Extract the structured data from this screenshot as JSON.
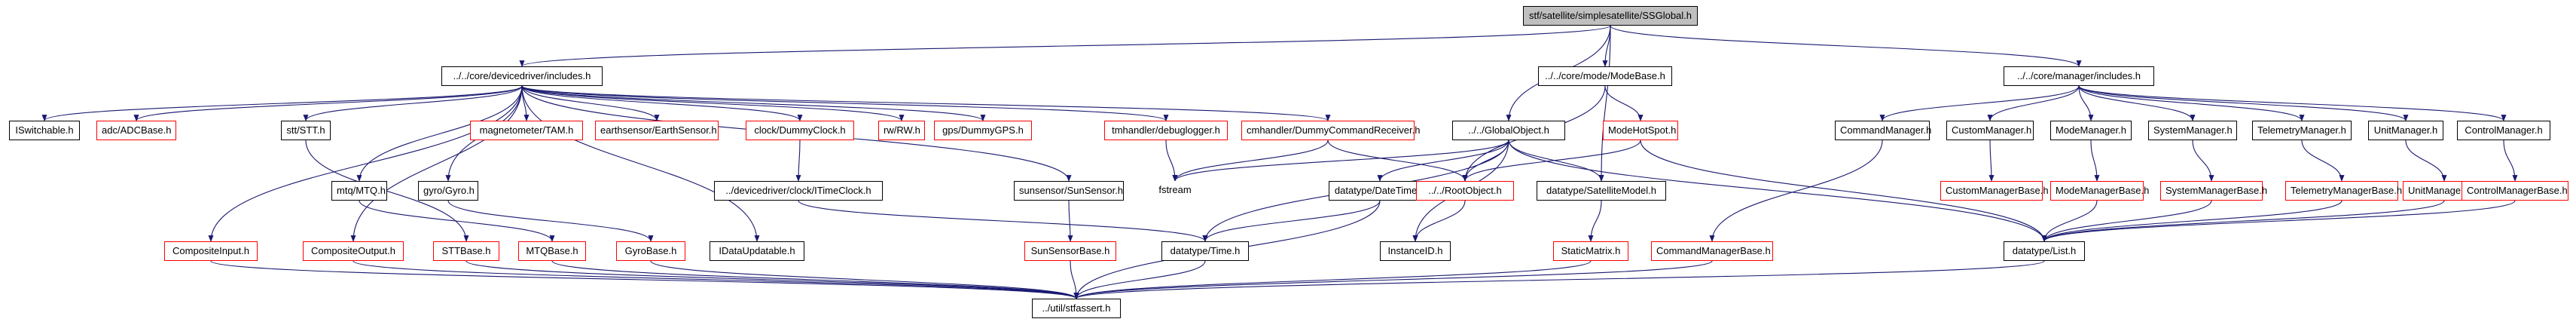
{
  "nodes": {
    "root": "stf/satellite/simplesatellite/SSGlobal.h",
    "includes_devicedriver": "../../core/devicedriver/includes.h",
    "core_mode_modebase": "../../core/mode/ModeBase.h",
    "core_manager_includes": "../../core/manager/includes.h",
    "iswitchable": "ISwitchable.h",
    "adcbase": "adc/ADCBase.h",
    "stt": "stt/STT.h",
    "magnetometer_tam": "magnetometer/TAM.h",
    "earthsensor": "earthsensor/EarthSensor.h",
    "clock_dummy": "clock/DummyClock.h",
    "rwrw": "rw/RW.h",
    "gps_dummy": "gps/DummyGPS.h",
    "tmhandler": "tmhandler/debuglogger.h",
    "cmhandler": "cmhandler/DummyCommandReceiver.h",
    "globalobject": "../../GlobalObject.h",
    "modehotspot": "ModeHotSpot.h",
    "commandmanager": "CommandManager.h",
    "custommanager": "CustomManager.h",
    "modemanager": "ModeManager.h",
    "systemmanager": "SystemManager.h",
    "telemetrymanager": "TelemetryManager.h",
    "unitmanager": "UnitManager.h",
    "controlmanager": "ControlManager.h",
    "fstream": "fstream",
    "mtq": "mtq/MTQ.h",
    "gyro": "gyro/Gyro.h",
    "itimeclock": "../devicedriver/clock/ITimeClock.h",
    "sunsensor": "sunsensor/SunSensor.h",
    "datetime": "datatype/DateTime.h",
    "rootobject": "../../RootObject.h",
    "satellitemodel": "datatype/SatelliteModel.h",
    "custommanagerbase": "CustomManagerBase.h",
    "modemanagerbase": "ModeManagerBase.h",
    "systemmanagerbase": "SystemManagerBase.h",
    "telemetrymanagerbase": "TelemetryManagerBase.h",
    "unitmanagerbase": "UnitManagerBase.h",
    "controlmanagerbase": "ControlManagerBase.h",
    "compositeinput": "CompositeInput.h",
    "compositeoutput": "CompositeOutput.h",
    "sttbase": "STTBase.h",
    "mtqbase": "MTQBase.h",
    "gyrobase": "GyroBase.h",
    "idataupdatable": "IDataUpdatable.h",
    "sunsensorbase": "SunSensorBase.h",
    "datatype_time": "datatype/Time.h",
    "instanceid": "InstanceID.h",
    "staticmatrix": "StaticMatrix.h",
    "commandmanagerbase": "CommandManagerBase.h",
    "datatype_list": "datatype/List.h",
    "stfassert": "../util/stfassert.h"
  },
  "colors": {
    "edge": "#191970",
    "normal_border": "#000000",
    "missing_border": "#ff0000",
    "root_fill": "#bfbfbf"
  }
}
